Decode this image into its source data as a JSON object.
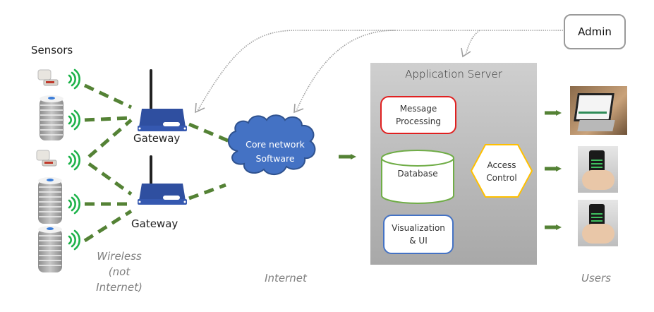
{
  "title": "IoT system architecture",
  "labels": {
    "sensors": "Sensors",
    "gateway_1": "Gateway",
    "gateway_2": "Gateway",
    "core_network": "Core network Software",
    "core_network_line1": "Core network",
    "core_network_line2": "Software",
    "application_server": "Application Server",
    "admin": "Admin",
    "wireless_line1": "Wireless",
    "wireless_line2": "(not",
    "wireless_line3": "Internet)",
    "internet": "Internet",
    "users": "Users"
  },
  "components": {
    "message_processing": {
      "line1": "Message",
      "line2": "Processing",
      "border_color": "#e02020"
    },
    "database": {
      "label": "Database",
      "border_color": "#70ad47"
    },
    "access_control": {
      "line1": "Access",
      "line2": "Control",
      "border_color": "#ffc000"
    },
    "visualization": {
      "line1": "Visualization",
      "line2": "& UI",
      "border_color": "#4472c4"
    }
  },
  "colors": {
    "link_green": "#548235",
    "signal_green": "#1db34a",
    "cloud_blue": "#4472c4",
    "cloud_border": "#2f528f",
    "admin_dotted": "#a0a0a0"
  },
  "sensors": [
    {
      "type": "enclosure"
    },
    {
      "type": "cylinder"
    },
    {
      "type": "enclosure"
    },
    {
      "type": "cylinder"
    },
    {
      "type": "cylinder"
    }
  ],
  "users": [
    {
      "device": "laptop"
    },
    {
      "device": "smartphone"
    },
    {
      "device": "smartphone"
    }
  ]
}
